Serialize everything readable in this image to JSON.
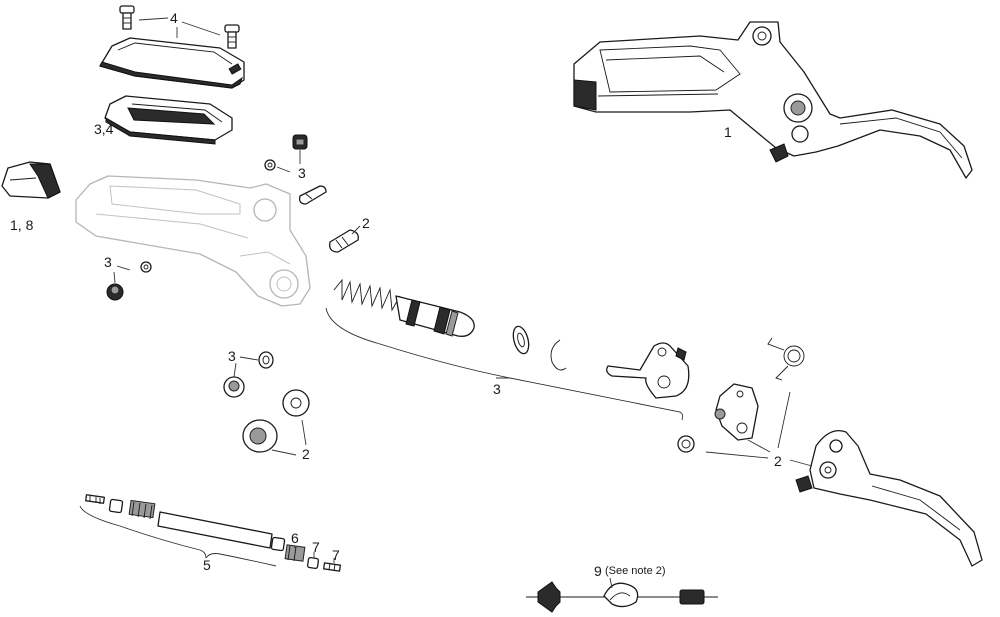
{
  "callouts": {
    "screws_cap": "4",
    "diaphragm": "3,4",
    "lever_assembly": "1",
    "clamp_cover": "1, 8",
    "bleed_fittings_upper": "3",
    "pivot_pin": "2",
    "bleed_fittings_lower": "3",
    "piston_kit": "3",
    "bushing_a": "3",
    "bushing_b": "2",
    "lever_blade_kit": "2",
    "hose_kit": "5",
    "compression_nut": "6",
    "insert_a": "7",
    "insert_b": "7",
    "bleed_tool": "9",
    "bleed_tool_note": "(See note 2)"
  }
}
